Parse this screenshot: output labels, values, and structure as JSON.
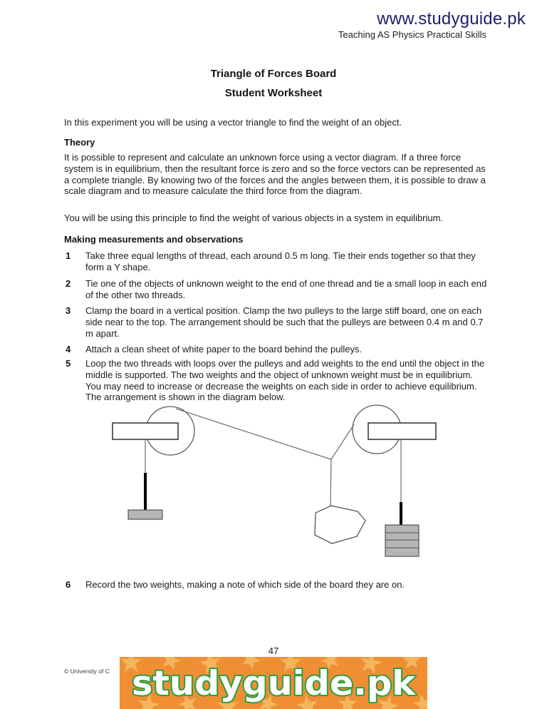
{
  "header": {
    "site_url": "www.studyguide.pk",
    "subtitle": "Teaching AS Physics Practical Skills"
  },
  "title": {
    "line1": "Triangle of Forces Board",
    "line2": "Student Worksheet"
  },
  "intro": "In this experiment you will be using a vector triangle to find the weight of an object.",
  "theory": {
    "heading": "Theory",
    "paragraph": "It is possible to represent and calculate an unknown force using a vector diagram. If a three force system is in equilibrium, then the resultant force is zero and so the force vectors can be represented as a complete triangle. By knowing two of the forces and the angles between them, it is possible to draw a scale diagram and to measure calculate the third force from the diagram.",
    "principle": "You will be using this principle to find the weight of various objects in a system in equilibrium."
  },
  "procedure": {
    "heading": "Making measurements and observations",
    "steps": [
      {
        "number": "1",
        "text": "Take three equal lengths of thread, each around 0.5 m long. Tie their ends together so that they form a Y shape."
      },
      {
        "number": "2",
        "text": "Tie one of the objects of unknown weight to the end of one thread and tie a small loop in each end of the other two threads."
      },
      {
        "number": "3",
        "text": "Clamp the board in a vertical position. Clamp the two pulleys to the large stiff board, one on each side near to the top. The arrangement should be such that the pulleys are between 0.4 m and 0.7 m apart."
      },
      {
        "number": "4",
        "text": "Attach a clean sheet of white paper to the board behind the pulleys."
      },
      {
        "number": "5",
        "text": "Loop the two threads with loops over the pulleys and add weights to the end until the object in the middle is supported. The two weights and the object of unknown weight must be in equilibrium. You may need to increase or decrease the weights on each side in order to achieve equilibrium. The arrangement is shown in the diagram below."
      },
      {
        "number": "6",
        "text": "Record the two weights, making a note of which side of the board they are on."
      }
    ]
  },
  "diagram": {
    "description": "Two pulleys clamped to a board with threads meeting at a knot; a weight hangs on each outer thread and an object of unknown weight hangs from the middle thread"
  },
  "footer": {
    "page_number": "47",
    "copyright": "© University of C",
    "banner_text": "studyguide.pk"
  },
  "colors": {
    "header_link": "#20206b",
    "banner_orange": "#ef8e33",
    "banner_star": "#f5b55c",
    "logo_green": "#2f9e41",
    "weight_gray": "#b5b5b5"
  }
}
